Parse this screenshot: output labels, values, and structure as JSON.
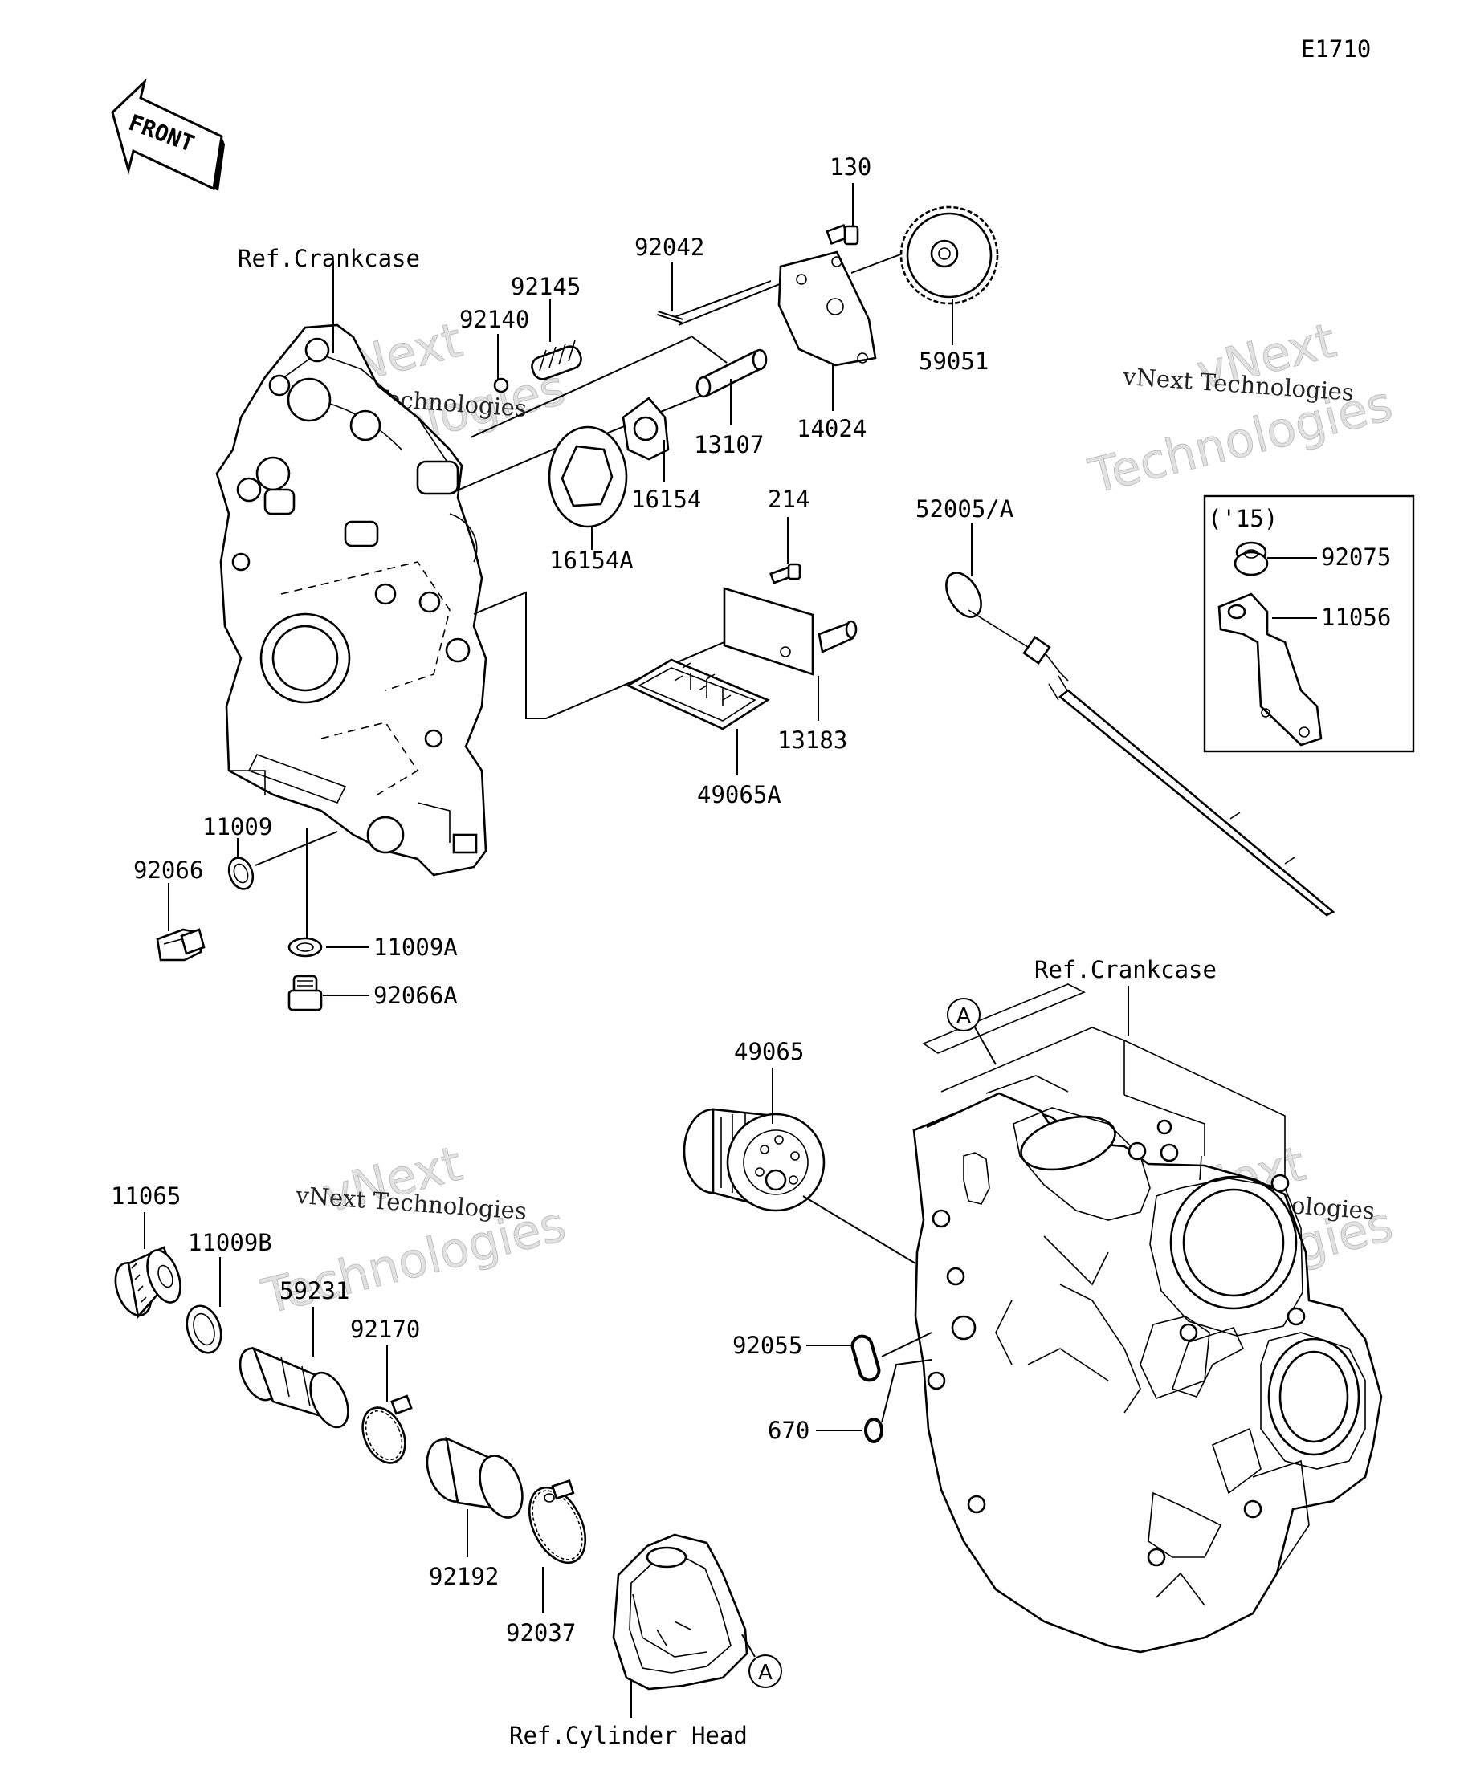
{
  "diagram_code": "E1710",
  "front_label": "FRONT",
  "watermark": {
    "brand": "vNext",
    "company": "Technologies",
    "full": "vNext Technologies"
  },
  "refs": {
    "crankcase": "Ref.Crankcase",
    "cylinder_head": "Ref.Cylinder Head"
  },
  "inset_year": "('15)",
  "callout_marker": "A",
  "parts": {
    "p130": "130",
    "p92042": "92042",
    "p92145": "92145",
    "p92140": "92140",
    "p59051": "59051",
    "p14024": "14024",
    "p13107": "13107",
    "p16154": "16154",
    "p16154A": "16154A",
    "p214": "214",
    "p52005A": "52005/A",
    "p92075": "92075",
    "p11056": "11056",
    "p13183": "13183",
    "p49065A": "49065A",
    "p11009": "11009",
    "p92066": "92066",
    "p11009A": "11009A",
    "p92066A": "92066A",
    "p49065": "49065",
    "p11065": "11065",
    "p11009B": "11009B",
    "p59231": "59231",
    "p92170": "92170",
    "p92055": "92055",
    "p670": "670",
    "p92192": "92192",
    "p92037": "92037"
  }
}
